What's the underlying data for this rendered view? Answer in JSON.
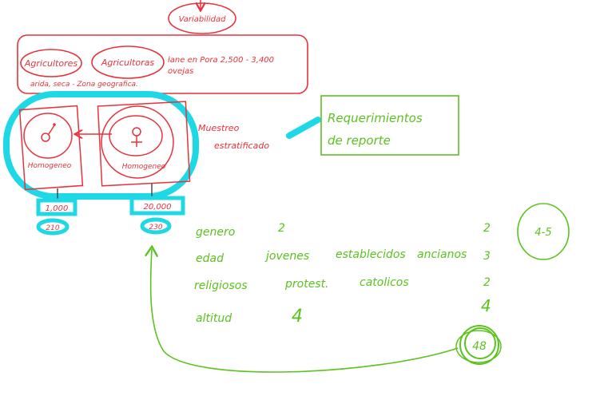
{
  "colors": {
    "red": "#e8323c",
    "green": "#5cc21f",
    "cyan": "#1ed8e6",
    "dark": "#222222"
  },
  "top": {
    "variability": "Variabilidad",
    "group1": "Agricultores",
    "group2": "Agricultoras",
    "note_line1": "lane en Pora 2,500 - 3,400",
    "note_line2": "ovejas",
    "note_line3": "arida, seca - Zona geografica."
  },
  "strata": {
    "left": {
      "label": "Homogeneo",
      "symbol": "male-icon",
      "population": "1,000",
      "sample": "210"
    },
    "right": {
      "label": "Homogeneo",
      "symbol": "female-icon",
      "population": "20,000",
      "sample": "230"
    },
    "method_line1": "Muestreo",
    "method_line2": "estratificado"
  },
  "requirements": {
    "line1": "Requerimientos",
    "line2": "de reporte"
  },
  "table": {
    "rows": [
      {
        "label": "genero",
        "values": [
          "2"
        ],
        "count": "2"
      },
      {
        "label": "edad",
        "values": [
          "jovenes",
          "establecidos",
          "ancianos"
        ],
        "count": "3"
      },
      {
        "label": "religiosos",
        "values": [
          "protest.",
          "catolicos"
        ],
        "count": "2"
      },
      {
        "label": "altitud",
        "values": [
          "4"
        ],
        "count": "4"
      }
    ],
    "range": "4-5",
    "total": "48"
  }
}
